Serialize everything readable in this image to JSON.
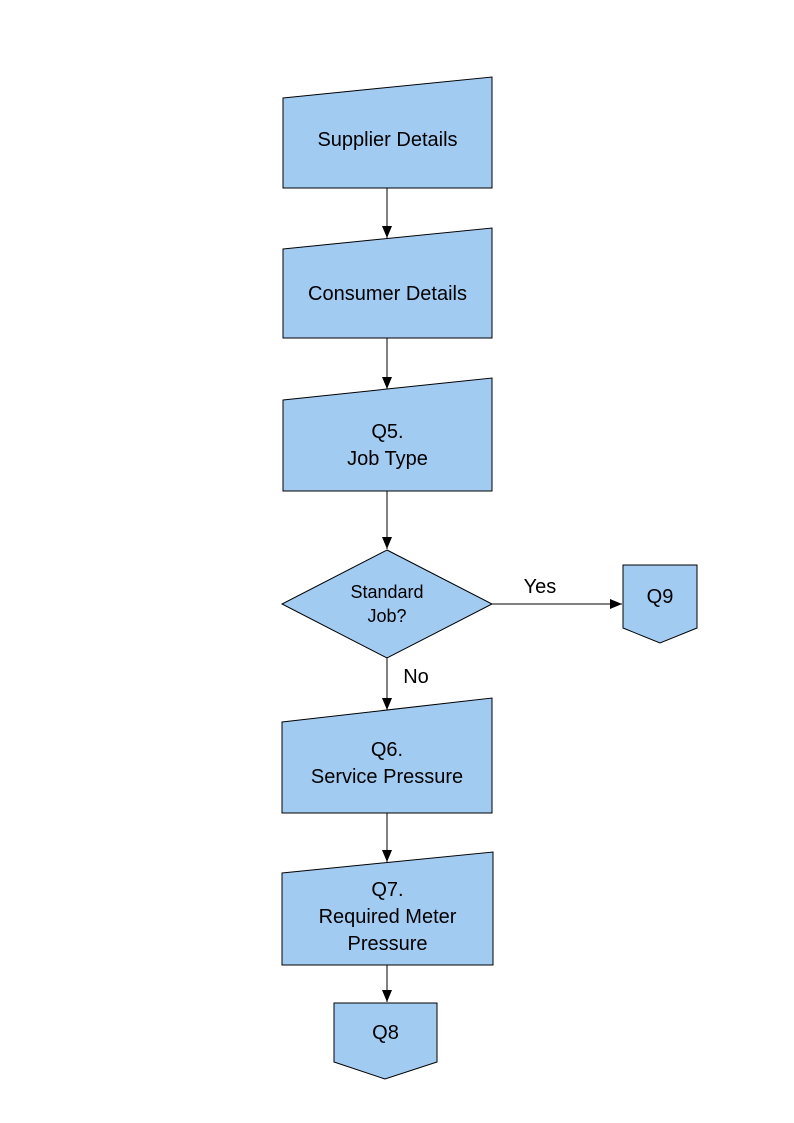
{
  "diagram": {
    "shape_fill": "#A2CBF2",
    "shape_border": "#000000",
    "arrow_color": "#000000",
    "nodes": {
      "supplier": {
        "label": "Supplier Details",
        "shape": "manual-input"
      },
      "consumer": {
        "label": "Consumer Details",
        "shape": "manual-input"
      },
      "q5": {
        "label": "Q5.\nJob Type",
        "shape": "manual-input"
      },
      "decision": {
        "label": "Standard\nJob?",
        "shape": "decision-diamond"
      },
      "q9": {
        "label": "Q9",
        "shape": "off-page-connector"
      },
      "q6": {
        "label": "Q6.\nService Pressure",
        "shape": "manual-input"
      },
      "q7": {
        "label": "Q7.\nRequired Meter\nPressure",
        "shape": "manual-input"
      },
      "q8": {
        "label": "Q8",
        "shape": "off-page-connector"
      }
    },
    "edge_labels": {
      "yes": "Yes",
      "no": "No"
    }
  }
}
